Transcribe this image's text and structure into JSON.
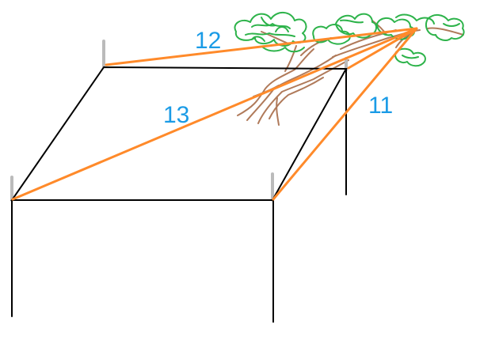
{
  "diagram": {
    "labels": [
      {
        "id": "label-12",
        "text": "12"
      },
      {
        "id": "label-13",
        "text": "13"
      },
      {
        "id": "label-11",
        "text": "11"
      }
    ],
    "colors": {
      "structure": "#000000",
      "post": "#bbbbbb",
      "rope": "#ff8a2a",
      "label": "#1a9be6",
      "trunk": "#b07a5a",
      "leaves": "#2db34a"
    },
    "icons": {
      "tree": "tree-icon"
    }
  }
}
